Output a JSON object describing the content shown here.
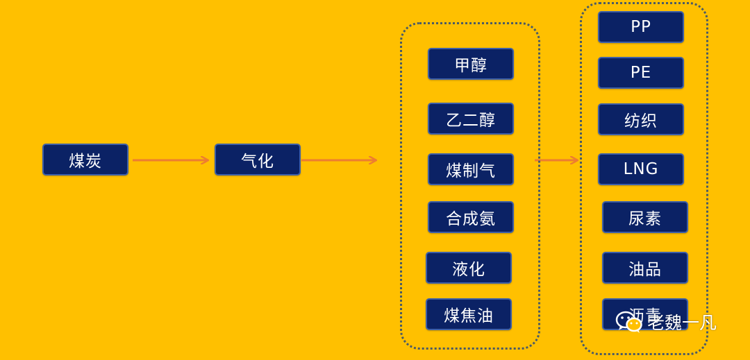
{
  "source": {
    "coal": "煤炭"
  },
  "process": {
    "gasification": "气化"
  },
  "intermediates": [
    "甲醇",
    "乙二醇",
    "煤制气",
    "合成氨",
    "液化",
    "煤焦油"
  ],
  "products": [
    "PP",
    "PE",
    "纺织",
    "LNG",
    "尿素",
    "油品",
    "沥青"
  ],
  "watermark": {
    "text": "老魏一凡",
    "icon": "wechat-icon"
  },
  "colors": {
    "background": "#FFC000",
    "node": "#0B2265",
    "node_border": "#3D5FA8",
    "arrow": "#ED7D31",
    "group_border": "#4A5A66"
  }
}
